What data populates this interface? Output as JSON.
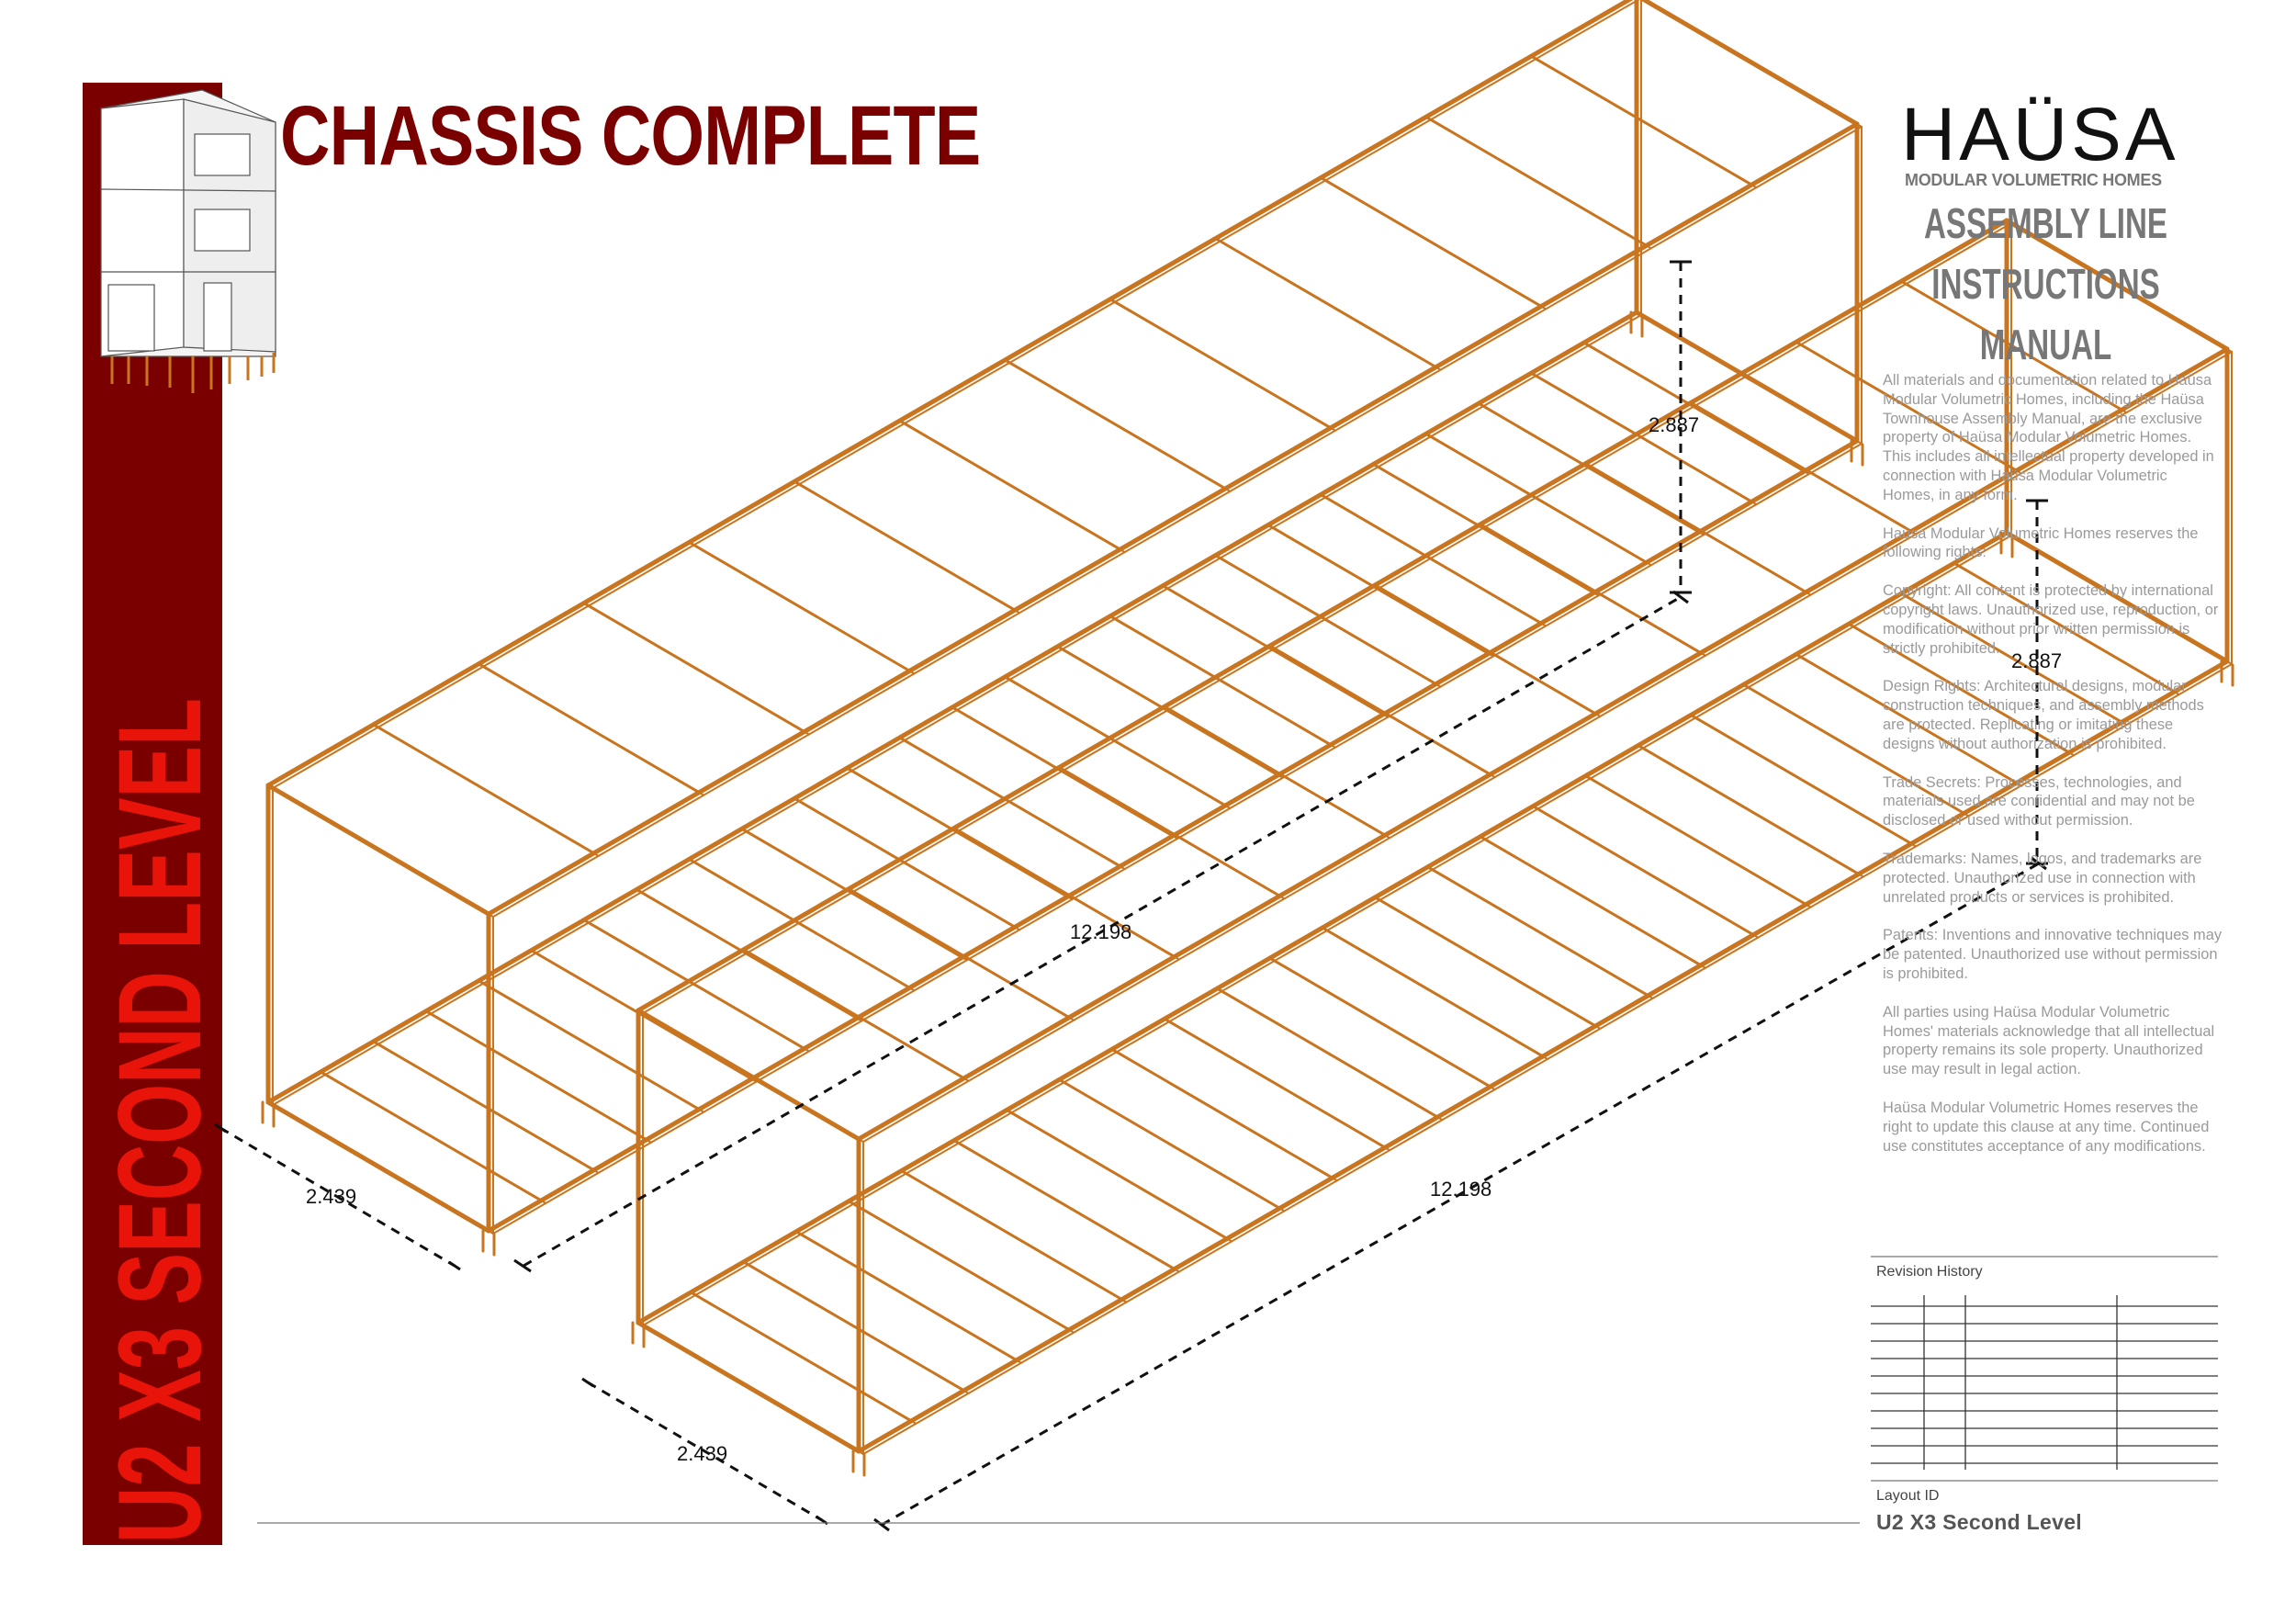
{
  "sheet": {
    "title": "CHASSIS COMPLETE",
    "sidebar_title": "U2 X3 SECOND LEVEL",
    "colors": {
      "brand_red": "#7a0000",
      "title_red": "#e8140a",
      "frame_orange": "#c9741f"
    }
  },
  "brand": {
    "logo": "HAÜSA",
    "subtitle": "MODULAR VOLUMETRIC HOMES",
    "manual_lines": [
      "ASSEMBLY LINE",
      "INSTRUCTIONS",
      "MANUAL"
    ]
  },
  "legal": [
    "All materials and documentation related to Haüsa Modular Volumetric Homes, including the Haüsa Townhouse Assembly Manual, are the exclusive property of Haüsa Modular Volumetric Homes. This includes all intellectual property developed in connection with Haüsa Modular Volumetric Homes, in any form.",
    "Haüsa Modular Volumetric Homes reserves the following rights:",
    "Copyright: All content is protected by international copyright laws. Unauthorized use, reproduction, or modification without prior written permission is strictly prohibited.",
    "Design Rights: Architectural designs, modular construction techniques, and assembly methods are protected. Replicating or imitating these designs without authorization is prohibited.",
    "Trade Secrets: Processes, technologies, and materials used are confidential and may not be disclosed or used without permission.",
    "Trademarks: Names, logos, and trademarks are protected. Unauthorized use in connection with unrelated products or services is prohibited.",
    "Patents: Inventions and innovative techniques may be patented. Unauthorized use without permission is prohibited.",
    "All parties using Haüsa Modular Volumetric Homes' materials acknowledge that all intellectual property remains its sole property. Unauthorized use may result in legal action.",
    "Haüsa Modular Volumetric Homes reserves the right to update this clause at any time. Continued use constitutes acceptance of any modifications."
  ],
  "revision": {
    "label": "Revision History"
  },
  "layout": {
    "label": "Layout ID",
    "value": "U2 X3 Second Level"
  },
  "dimensions": {
    "module_a_height": "2.887",
    "module_a_length": "12.198",
    "module_a_width": "2.439",
    "module_b_height": "2.887",
    "module_b_length": "12.198",
    "module_b_width": "2.439"
  }
}
